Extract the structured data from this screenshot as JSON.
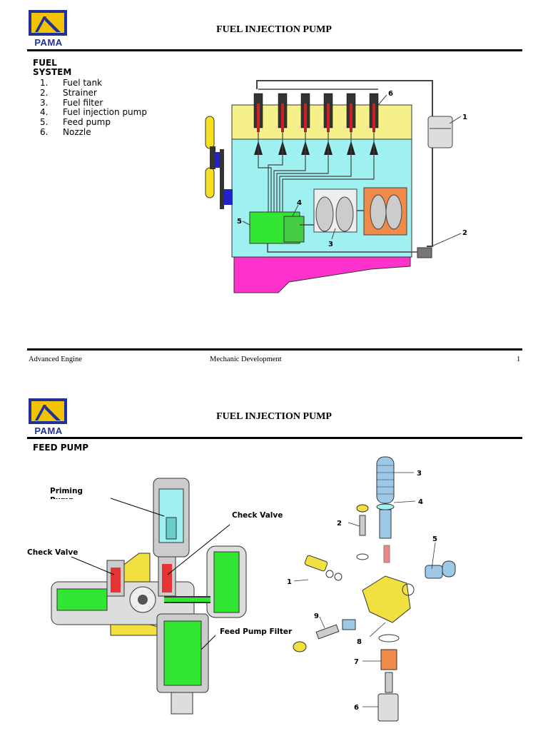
{
  "page1": {
    "logo_text": "PAMA",
    "title": "FUEL INJECTION PUMP",
    "section_title": "FUEL SYSTEM",
    "parts": [
      {
        "num": "1.",
        "label": "Fuel tank"
      },
      {
        "num": "2.",
        "label": "Strainer"
      },
      {
        "num": "3.",
        "label": "Fuel filter"
      },
      {
        "num": "4.",
        "label": "Fuel injection pump"
      },
      {
        "num": "5.",
        "label": "Feed pump"
      },
      {
        "num": "6.",
        "label": "Nozzle"
      }
    ],
    "diagram_numbers": [
      "1",
      "2",
      "3",
      "4",
      "5",
      "6"
    ],
    "footer": {
      "left": "Advanced Engine",
      "center": "Mechanic Development",
      "right": "1"
    }
  },
  "page2": {
    "logo_text": "PAMA",
    "title": "FUEL INJECTION PUMP",
    "section_title": "FEED PUMP",
    "labels": {
      "priming_pump": "Priming Pump",
      "check_valve_right": "Check Valve",
      "check_valve_left": "Check Valve",
      "feed_pump_filter": "Feed Pump Filter"
    },
    "exploded_numbers": [
      "1",
      "2",
      "3",
      "4",
      "5",
      "6",
      "7",
      "8",
      "9"
    ]
  },
  "colors": {
    "logo_blue": "#1f2f9b",
    "logo_yellow": "#f2c300",
    "engine_yellow": "#f6f08a",
    "engine_cyan": "#9ff0f0",
    "engine_magenta": "#ff33cc",
    "pump_green": "#33e633",
    "valve_red": "#e63333",
    "part_yellow": "#f2e040"
  }
}
